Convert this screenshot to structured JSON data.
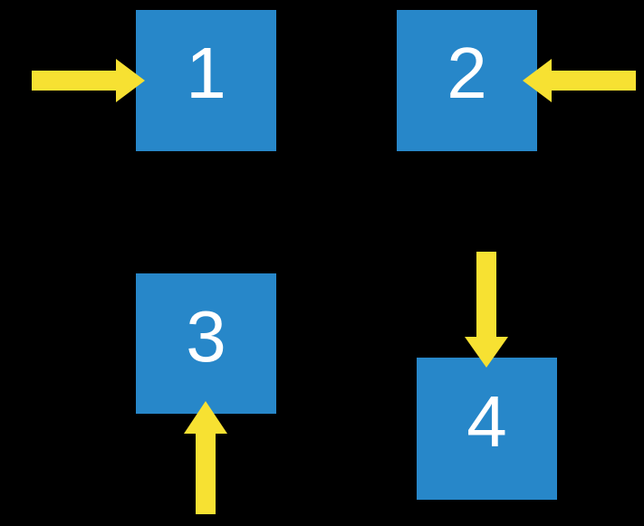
{
  "colors": {
    "page_background": "#000000",
    "square_fill": "#2787C9",
    "arrow_fill": "#F7E132",
    "label_color": "#FFFFFF"
  },
  "squares": [
    {
      "label": "1",
      "arrow_side": "left",
      "arrow_icon": "arrow-right-icon"
    },
    {
      "label": "2",
      "arrow_side": "right",
      "arrow_icon": "arrow-left-icon"
    },
    {
      "label": "3",
      "arrow_side": "bottom",
      "arrow_icon": "arrow-up-icon"
    },
    {
      "label": "4",
      "arrow_side": "top",
      "arrow_icon": "arrow-down-icon"
    }
  ]
}
